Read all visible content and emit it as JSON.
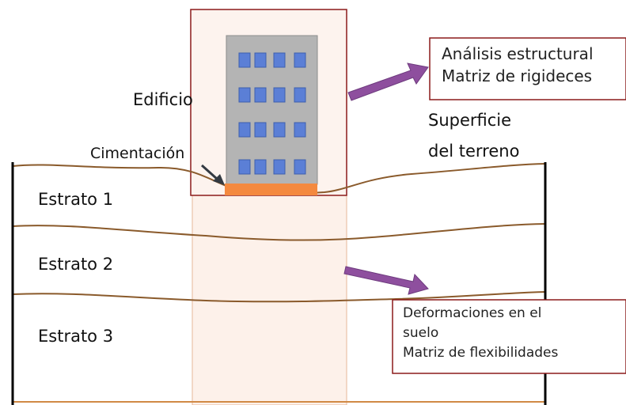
{
  "labels": {
    "building": "Edificio",
    "foundation": "Cimentación",
    "surface_line1": "Superficie",
    "surface_line2": "del terreno",
    "stratum1": "Estrato 1",
    "stratum2": "Estrato 2",
    "stratum3": "Estrato 3"
  },
  "structural_box": {
    "line1": "Análisis estructural",
    "line2": "Matriz de rigideces"
  },
  "soil_box": {
    "line1": "Deformaciones en el",
    "line2": "suelo",
    "line3": "Matriz de flexibilidades"
  },
  "colors": {
    "box_border": "#8b1a1a",
    "soil_line": "#8a5a2b",
    "arrow": "#8e4f9e",
    "building_fill": "#b4b4b4",
    "window_fill": "#5b7fd6",
    "foundation_fill": "#f4893f",
    "soil_column_fill": "#fdf1ea"
  }
}
